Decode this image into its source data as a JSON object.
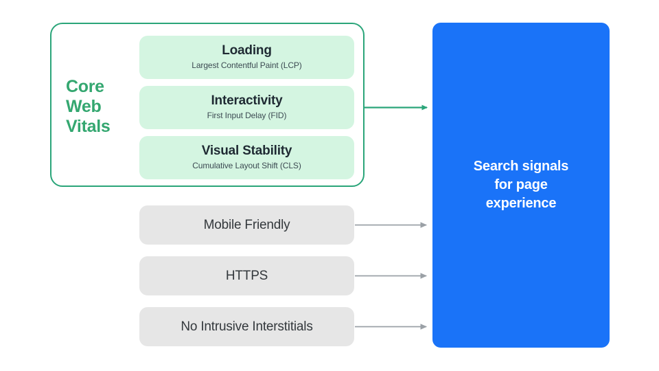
{
  "diagram": {
    "title": "Core Web Vitals and page experience search signals",
    "background_color": "#ffffff",
    "colors": {
      "green_accent": "#34a770",
      "green_border": "#2aa579",
      "green_card": "#d4f5e1",
      "gray_card": "#e6e6e6",
      "gray_arrow": "#9aa0a6",
      "blue": "#1a73f8",
      "dark_text": "#1f2a33",
      "white_text": "#ffffff"
    }
  },
  "core_web_vitals": {
    "group_label": "Core\nWeb\nVitals",
    "group_label_line1": "Core",
    "group_label_line2": "Web",
    "group_label_line3": "Vitals",
    "metrics": [
      {
        "title": "Loading",
        "subtitle": "Largest Contentful Paint (LCP)"
      },
      {
        "title": "Interactivity",
        "subtitle": "First Input Delay (FID)"
      },
      {
        "title": "Visual Stability",
        "subtitle": "Cumulative Layout Shift (CLS)"
      }
    ]
  },
  "other_signals": [
    {
      "label": "Mobile Friendly"
    },
    {
      "label": "HTTPS"
    },
    {
      "label": "No Intrusive Interstitials"
    }
  ],
  "outcome": {
    "label": "Search signals\nfor page\nexperience"
  },
  "arrows": [
    {
      "name": "core-web-vitals-arrow",
      "color": "#2aa579",
      "from": "core-web-vitals-group",
      "to": "search-signals-box"
    },
    {
      "name": "mobile-friendly-arrow",
      "color": "#9aa0a6",
      "from": "Mobile Friendly",
      "to": "search-signals-box"
    },
    {
      "name": "https-arrow",
      "color": "#9aa0a6",
      "from": "HTTPS",
      "to": "search-signals-box"
    },
    {
      "name": "no-intrusive-interstitials-arrow",
      "color": "#9aa0a6",
      "from": "No Intrusive Interstitials",
      "to": "search-signals-box"
    }
  ]
}
